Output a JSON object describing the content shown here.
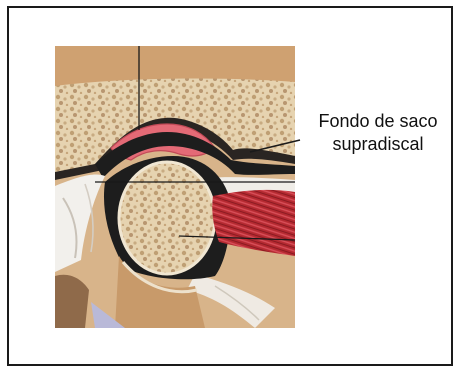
{
  "label": {
    "line1": "Fondo de saco",
    "line2": "supradiscal"
  },
  "colors": {
    "frame": "#1a1a1a",
    "bone_fill": "#e8d7b8",
    "bone_pores": "#bfa37a",
    "cartilage_pink": "#e56b78",
    "muscle_red": "#b82a32",
    "ligament_white": "#f2f0ec",
    "synovial_dark": "#1d1d1d",
    "leader_line": "#1a1a1a"
  },
  "icons": {
    "figure": "tmj-anatomy-illustration"
  }
}
